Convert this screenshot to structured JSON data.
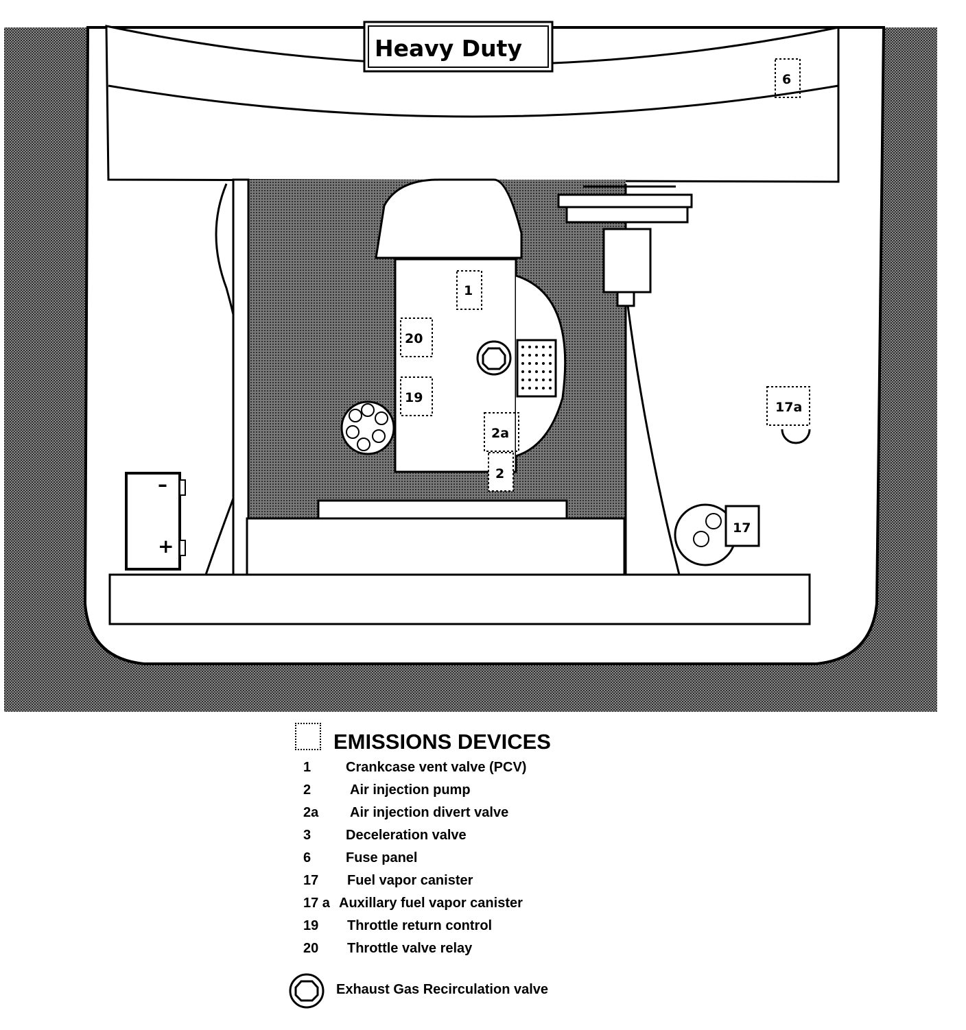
{
  "diagram": {
    "nameplate": "Heavy Duty",
    "callouts": {
      "c1": "1",
      "c2": "2",
      "c2a": "2a",
      "c6": "6",
      "c17": "17",
      "c17a": "17a",
      "c19": "19",
      "c20": "20"
    },
    "battery": {
      "minus": "–",
      "plus": "+"
    }
  },
  "legend": {
    "title": "EMISSIONS DEVICES",
    "items": [
      {
        "num": "1",
        "label": "Crankcase vent valve (PCV)"
      },
      {
        "num": "2",
        "label": "Air injection pump"
      },
      {
        "num": "2a",
        "label": "Air injection divert valve"
      },
      {
        "num": "3",
        "label": "Deceleration valve"
      },
      {
        "num": "6",
        "label": "Fuse panel"
      },
      {
        "num": "17",
        "label": "Fuel vapor canister"
      },
      {
        "num": "17 a",
        "label": "Auxillary fuel vapor canister"
      },
      {
        "num": "19",
        "label": "Throttle return control"
      },
      {
        "num": "20",
        "label": "Throttle valve relay"
      }
    ],
    "egr_label": "Exhaust Gas Recirculation valve"
  }
}
